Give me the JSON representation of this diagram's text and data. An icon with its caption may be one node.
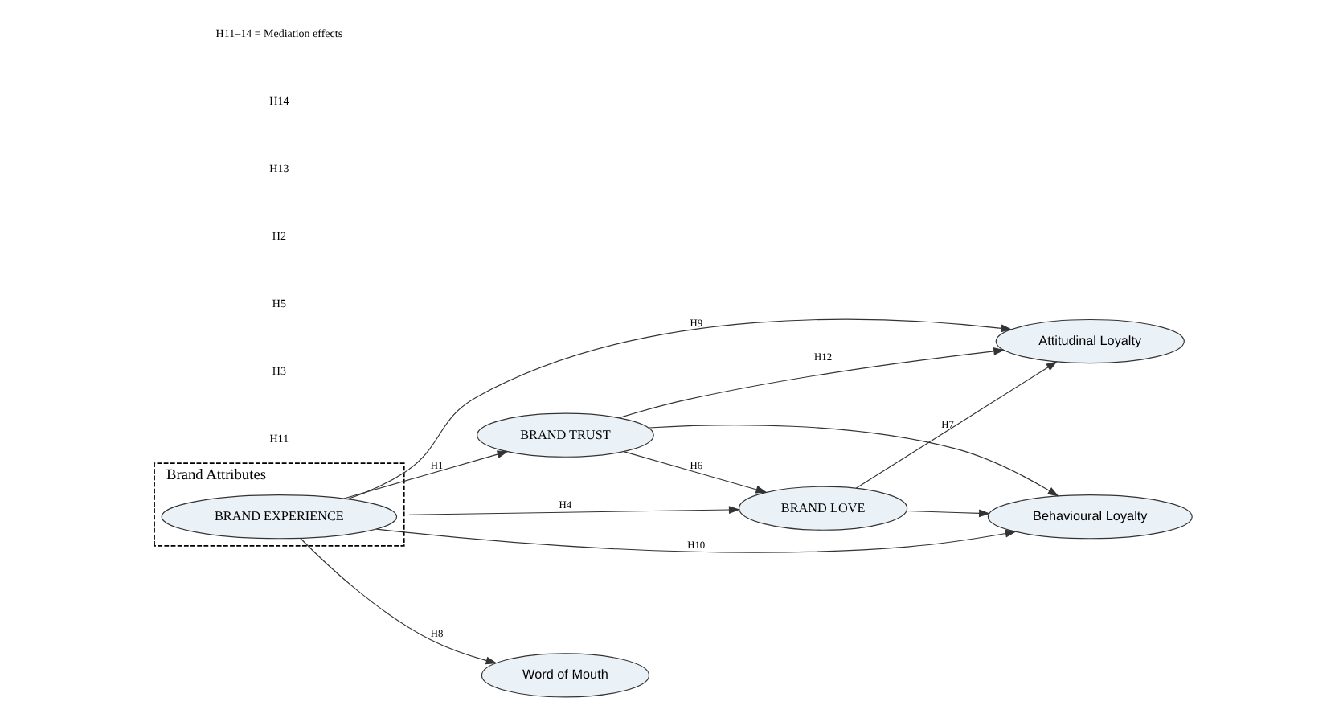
{
  "diagram": {
    "nodes": [
      {
        "text": [
          "Brand Attributes"
        ]
      },
      {
        "text": [
          "BRAND EXPERIENCE"
        ],
        "in": 0
      },
      {
        "text": [
          "BRAND TRUST"
        ]
      },
      {
        "text": [
          "BRAND LOVE"
        ]
      },
      {
        "text": [
          "Attitudinal Loyalty"
        ]
      },
      {
        "text": [
          "Behavioural Loyalty"
        ]
      },
      {
        "text": [
          "Word of Mouth"
        ]
      }
    ],
    "edges": [
      {
        "from": 1,
        "to": 2,
        "arrow": "to",
        "label": "H1"
      },
      {
        "from": 1,
        "to": 4,
        "arrow": "to",
        "label": "H9"
      },
      {
        "from": 1,
        "to": 5,
        "arrow": "to",
        "label": "H10"
      },
      {
        "from": 1,
        "to": 6,
        "arrow": "to",
        "label": "H8"
      },
      {
        "from": 1,
        "to": 3,
        "arrow": "to",
        "label": "H4"
      },
      {
        "from": 2,
        "to": 4,
        "arrow": "to",
        "label": "H12"
      },
      {
        "from": 2,
        "to": 5,
        "arrow": "to"
      },
      {
        "from": 2,
        "to": 3,
        "arrow": "to",
        "label": "H6"
      },
      {
        "from": 3,
        "to": 4,
        "arrow": "to",
        "label": "H7"
      },
      {
        "from": 3,
        "to": 5,
        "arrow": "to"
      }
    ],
    "labels": [
      "H11",
      "H3",
      "H5",
      "H2",
      "H13",
      "H14",
      "H11–14 = Mediation effects"
    ]
  }
}
